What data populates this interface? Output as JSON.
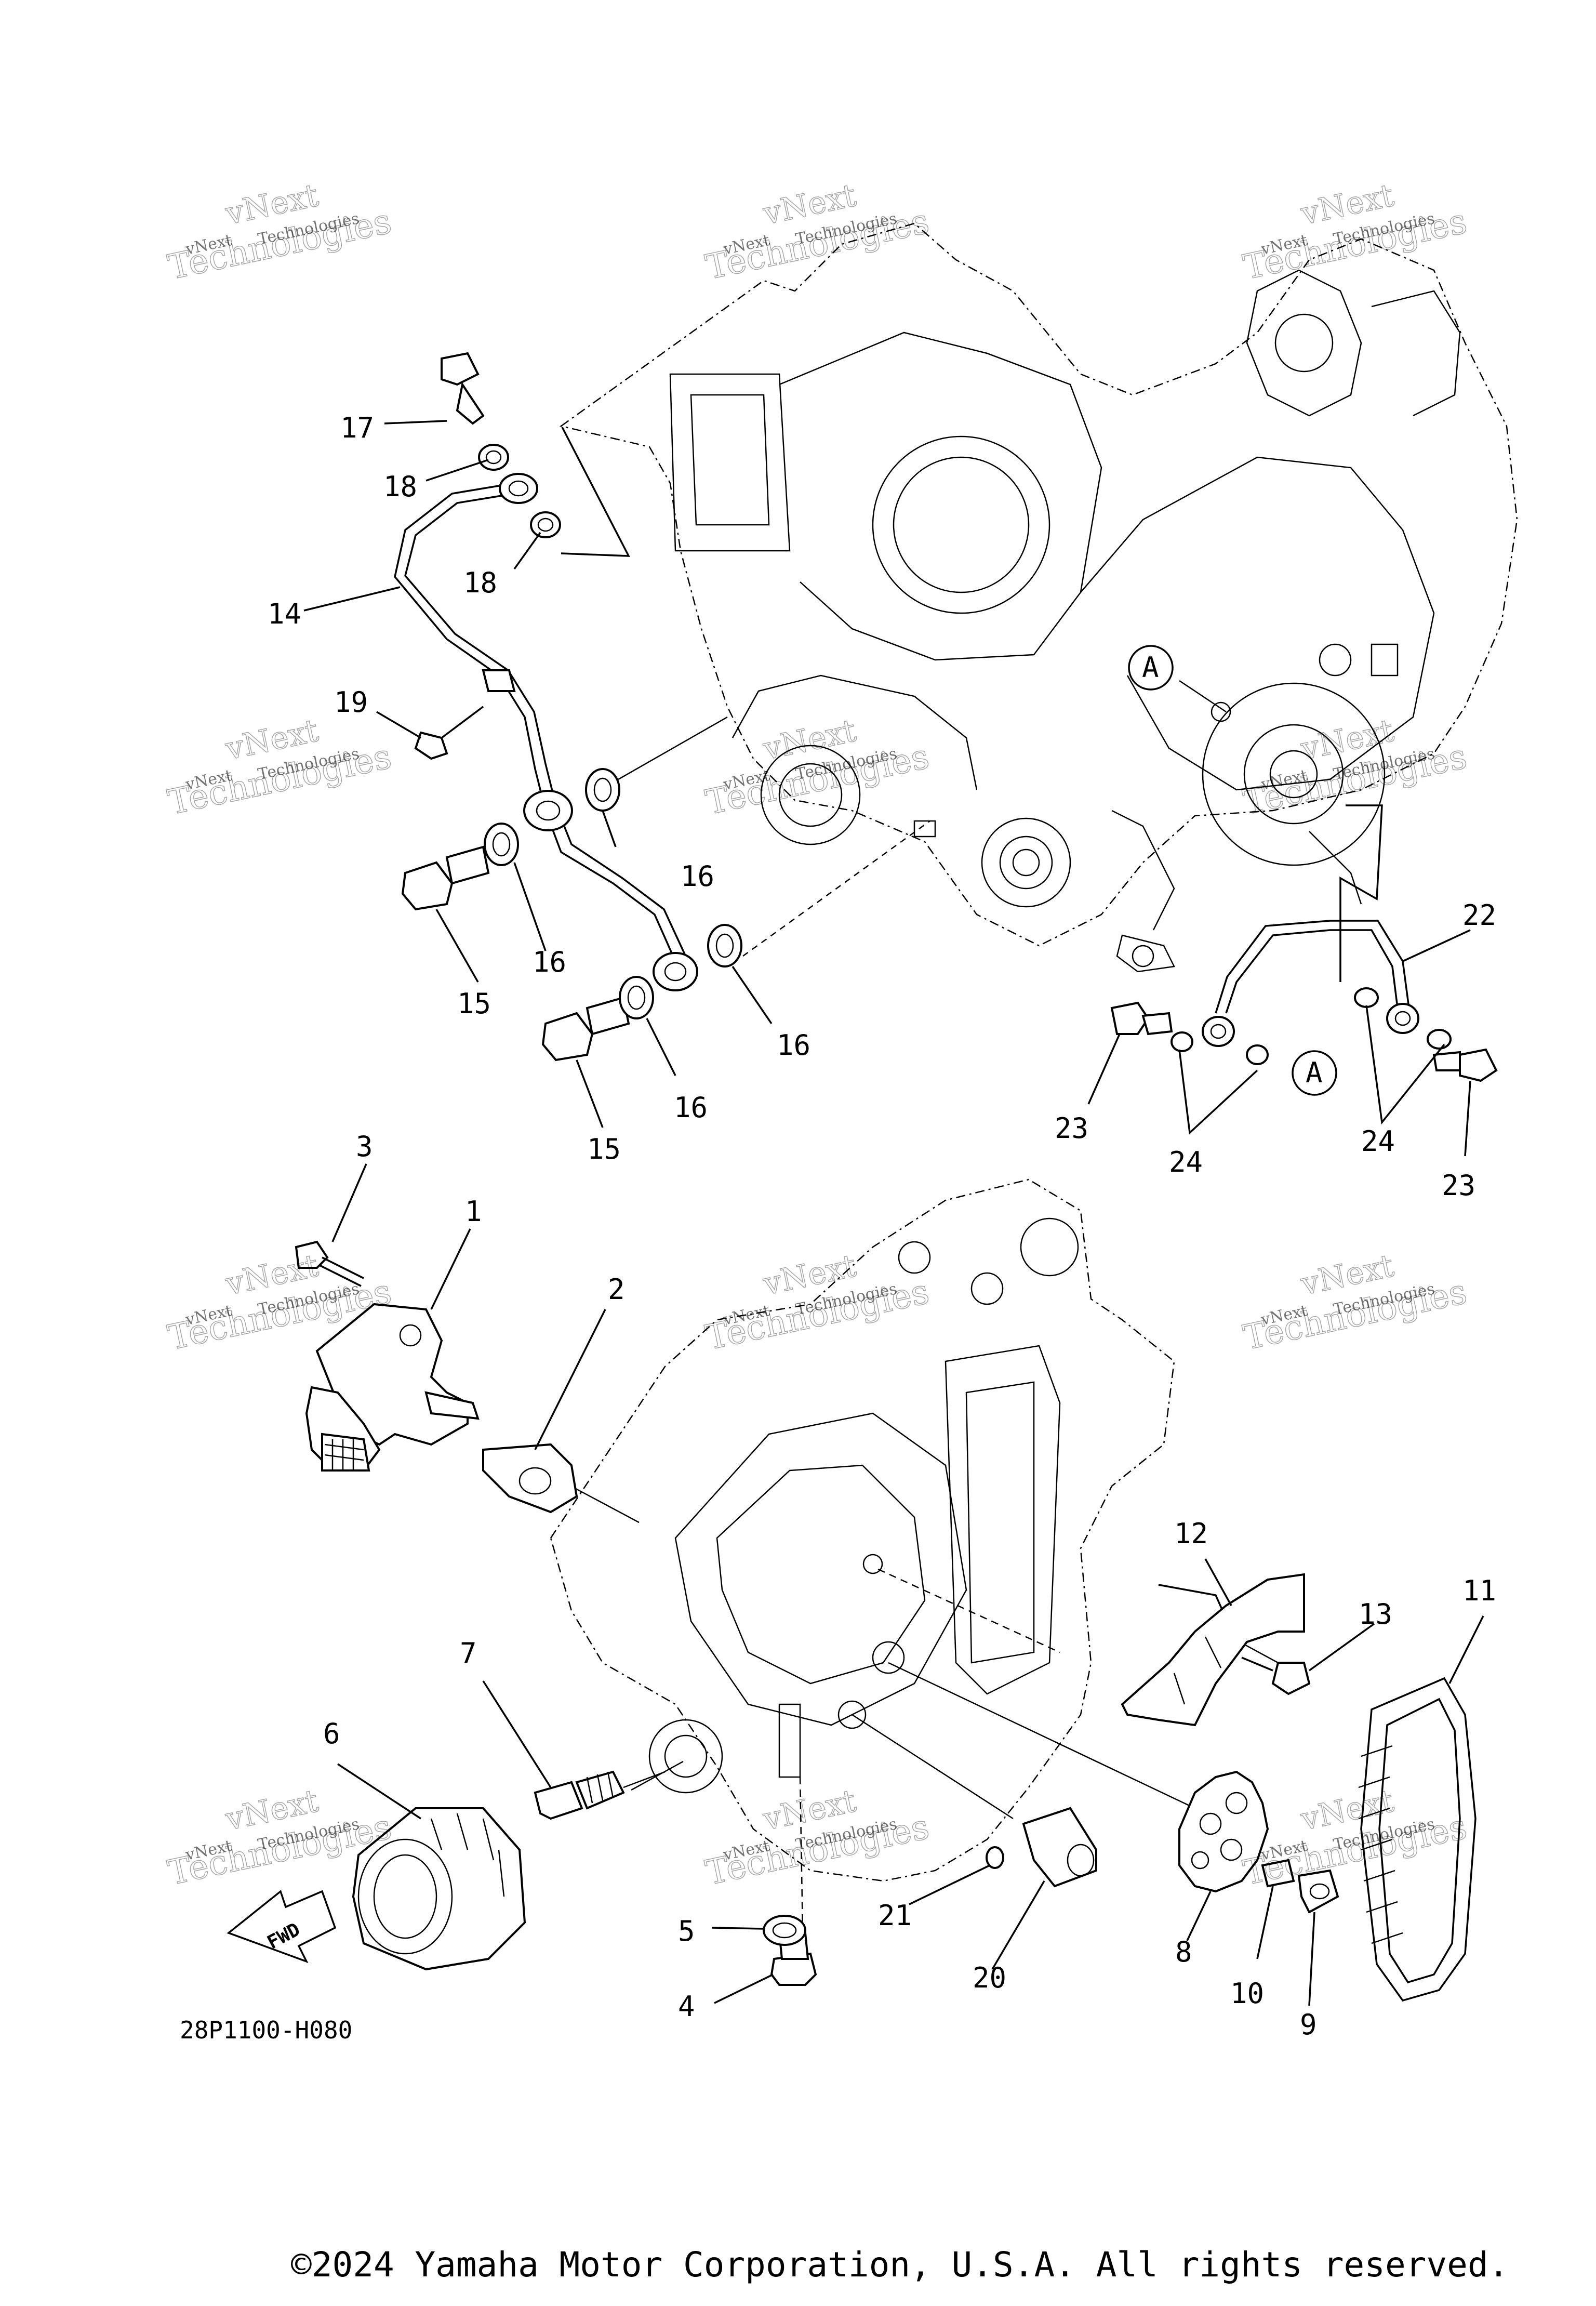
{
  "diagram": {
    "code": "28P1100-H080",
    "copyright": "©2024 Yamaha Motor Corporation, U.S.A. All rights reserved.",
    "watermark_line1": "vNext",
    "watermark_line2": "Technologies",
    "fwd_label": "FWD",
    "ref_label": "A",
    "callouts": [
      "1",
      "2",
      "3",
      "4",
      "5",
      "6",
      "7",
      "8",
      "9",
      "10",
      "11",
      "12",
      "13",
      "14",
      "15",
      "15",
      "16",
      "16",
      "16",
      "16",
      "17",
      "18",
      "18",
      "19",
      "20",
      "21",
      "22",
      "23",
      "23",
      "24",
      "24"
    ]
  }
}
